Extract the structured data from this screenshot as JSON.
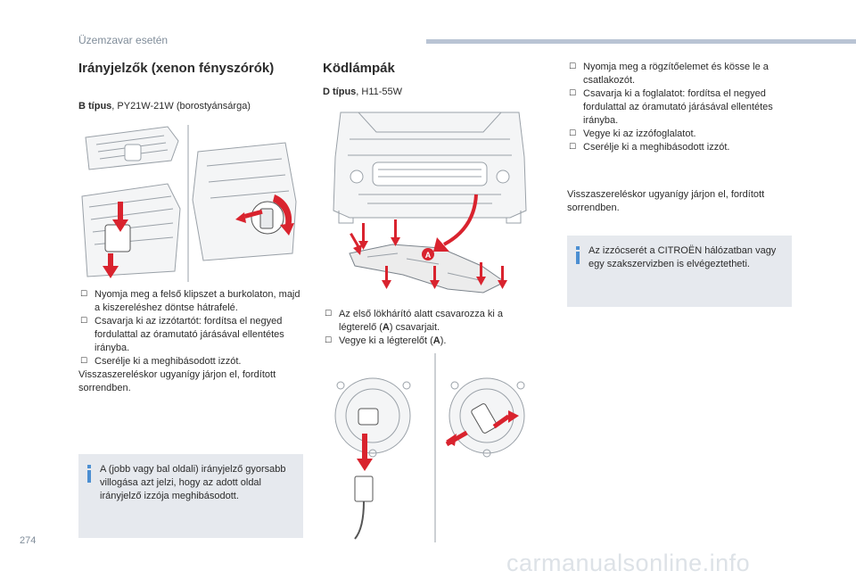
{
  "header": {
    "section_title": "Üzemzavar esetén"
  },
  "page_number": "274",
  "watermark": "carmanualsonline.info",
  "left_column": {
    "heading": "Irányjelzők (xenon fényszórók)",
    "type_label": "B típus",
    "type_value": ", PY21W-21W (borostyánsárga)",
    "bullets": [
      "Nyomja meg a felső klipszet a burkolaton, majd a kiszereléshez döntse hátrafelé.",
      "Csavarja ki az izzótartót: fordítsa el negyed fordulattal az óramutató járásával ellentétes irányba.",
      "Cserélje ki a meghibásodott izzót."
    ],
    "reassembly": "Visszaszereléskor ugyanígy járjon el, fordított sorrendben.",
    "note": "A (jobb vagy bal oldali) irányjelző gyorsabb villogása azt jelzi, hogy az adott oldal irányjelző izzója meghibásodott."
  },
  "middle_column": {
    "heading": "Ködlámpák",
    "type_label": "D típus",
    "type_value": ", H11-55W",
    "callout_letter": "A",
    "bullets": [
      {
        "before": "Az első lökhárító alatt csavarozza ki a légterelő (",
        "bold": "A",
        "after": ") csavarjait."
      },
      {
        "before": "Vegye ki a légterelőt (",
        "bold": "A",
        "after": ")."
      }
    ]
  },
  "right_column": {
    "bullets": [
      "Nyomja meg a rögzítőelemet és kösse le a csatlakozót.",
      "Csavarja ki a foglalatot: fordítsa el negyed fordulattal az óramutató járásával ellentétes irányba.",
      "Vegye ki az izzófoglalatot.",
      "Cserélje ki a meghibásodott izzót."
    ],
    "reassembly": "Visszaszereléskor ugyanígy járjon el, fordított sorrendben.",
    "note": "Az izzócserét a CITROËN hálózatban vagy egy szakszervizben is elvégeztetheti."
  },
  "icons": {
    "bullet": "check-box-icon",
    "info": "info-icon"
  },
  "colors": {
    "accent": "#4c8fd2",
    "arrow_red": "#d9232e",
    "note_bg": "#e6e9ee",
    "header_bar": "#b9c4d4"
  }
}
